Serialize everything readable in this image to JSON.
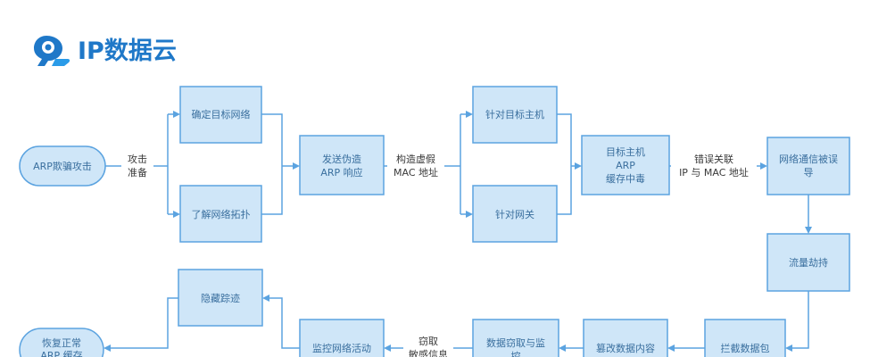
{
  "logo": {
    "text": "IP数据云",
    "color": "#1f78c8"
  },
  "nodes": {
    "arp_attack": [
      "ARP欺骗攻击"
    ],
    "confirm_target": [
      "确定目标网络"
    ],
    "learn_topology": [
      "了解网络拓扑"
    ],
    "send_forged": [
      "发送伪造",
      "ARP 响应"
    ],
    "target_host": [
      "针对目标主机"
    ],
    "target_gateway": [
      "针对网关"
    ],
    "host_poison": [
      "目标主机",
      "ARP",
      "缓存中毒"
    ],
    "comm_misled": [
      "网络通信被误",
      "导"
    ],
    "traffic_hijack": [
      "流量劫持"
    ],
    "intercept": [
      "拦截数据包"
    ],
    "tamper": [
      "篡改数据内容"
    ],
    "steal": [
      "数据窃取与监",
      "控"
    ],
    "monitor": [
      "监控网络活动"
    ],
    "hide": [
      "隐藏踪迹"
    ],
    "restore": [
      "恢复正常",
      "ARP 缓存"
    ]
  },
  "edge_labels": {
    "attack_prep": [
      "攻击",
      "准备"
    ],
    "build_fake_mac": [
      "构造虚假",
      "MAC 地址"
    ],
    "wrong_binding": [
      "错误关联",
      "IP 与 MAC 地址"
    ],
    "steal_sensitive": [
      "窃取",
      "敏感信息"
    ]
  },
  "colors": {
    "node_fill": "#cfe6f8",
    "node_stroke": "#5ba3e0",
    "node_text": "#3a6f9e",
    "connector": "#5ba3e0"
  }
}
